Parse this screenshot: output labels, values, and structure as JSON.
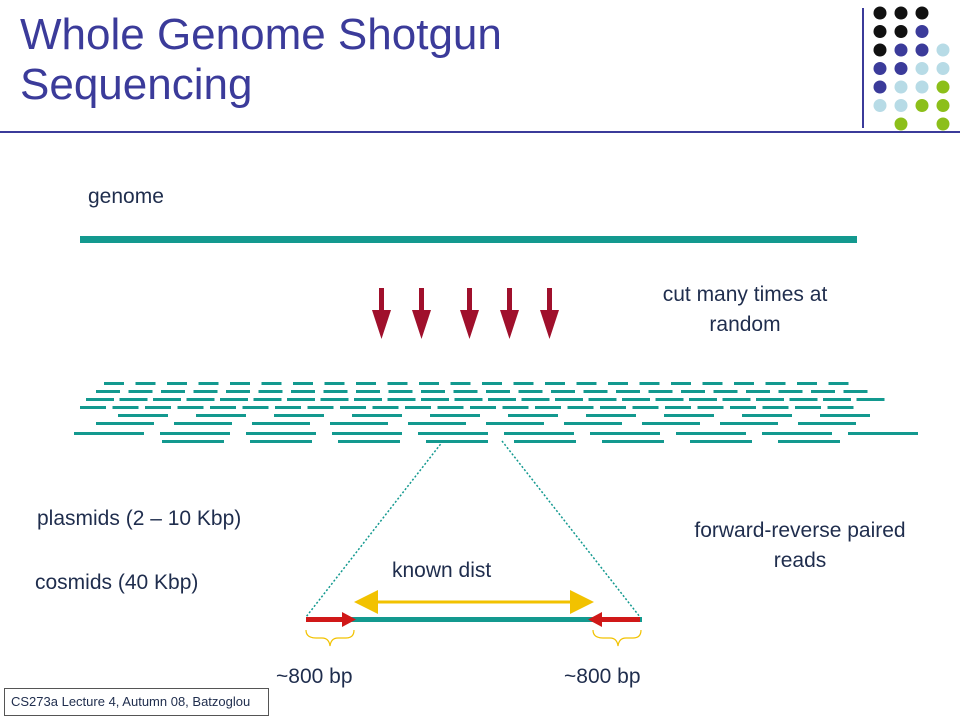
{
  "slide": {
    "title_line1": "Whole Genome Shotgun",
    "title_line2": "Sequencing",
    "footer": "CS273a Lecture 4, Autumn 08, Batzoglou"
  },
  "labels": {
    "genome": "genome",
    "cut_line1": "cut many times at",
    "cut_line2": "random",
    "plasmids": "plasmids (2 – 10 Kbp)",
    "cosmids": "cosmids (40 Kbp)",
    "known_dist": "known dist",
    "paired_line1": "forward-reverse paired",
    "paired_line2": "reads",
    "left_bp": "~800 bp",
    "right_bp": "~800 bp"
  },
  "colors": {
    "title": "#3b3b9a",
    "genome": "#13998f",
    "arrow": "#a0102c",
    "read": "#d01818",
    "known_dist": "#f2c200",
    "dot_black": "#111111",
    "dot_purple": "#3b3b9a",
    "dot_lightblue": "#b7dbe6",
    "dot_green": "#8cbf1a"
  },
  "decor": {
    "dot_grid": [
      [
        "black",
        "black",
        "black",
        "none"
      ],
      [
        "black",
        "black",
        "purple",
        "none"
      ],
      [
        "black",
        "purple",
        "purple",
        "lightblue"
      ],
      [
        "purple",
        "purple",
        "lightblue",
        "lightblue"
      ],
      [
        "purple",
        "lightblue",
        "lightblue",
        "green"
      ],
      [
        "lightblue",
        "lightblue",
        "green",
        "green"
      ],
      [
        "none",
        "green",
        "none",
        "green"
      ]
    ]
  }
}
